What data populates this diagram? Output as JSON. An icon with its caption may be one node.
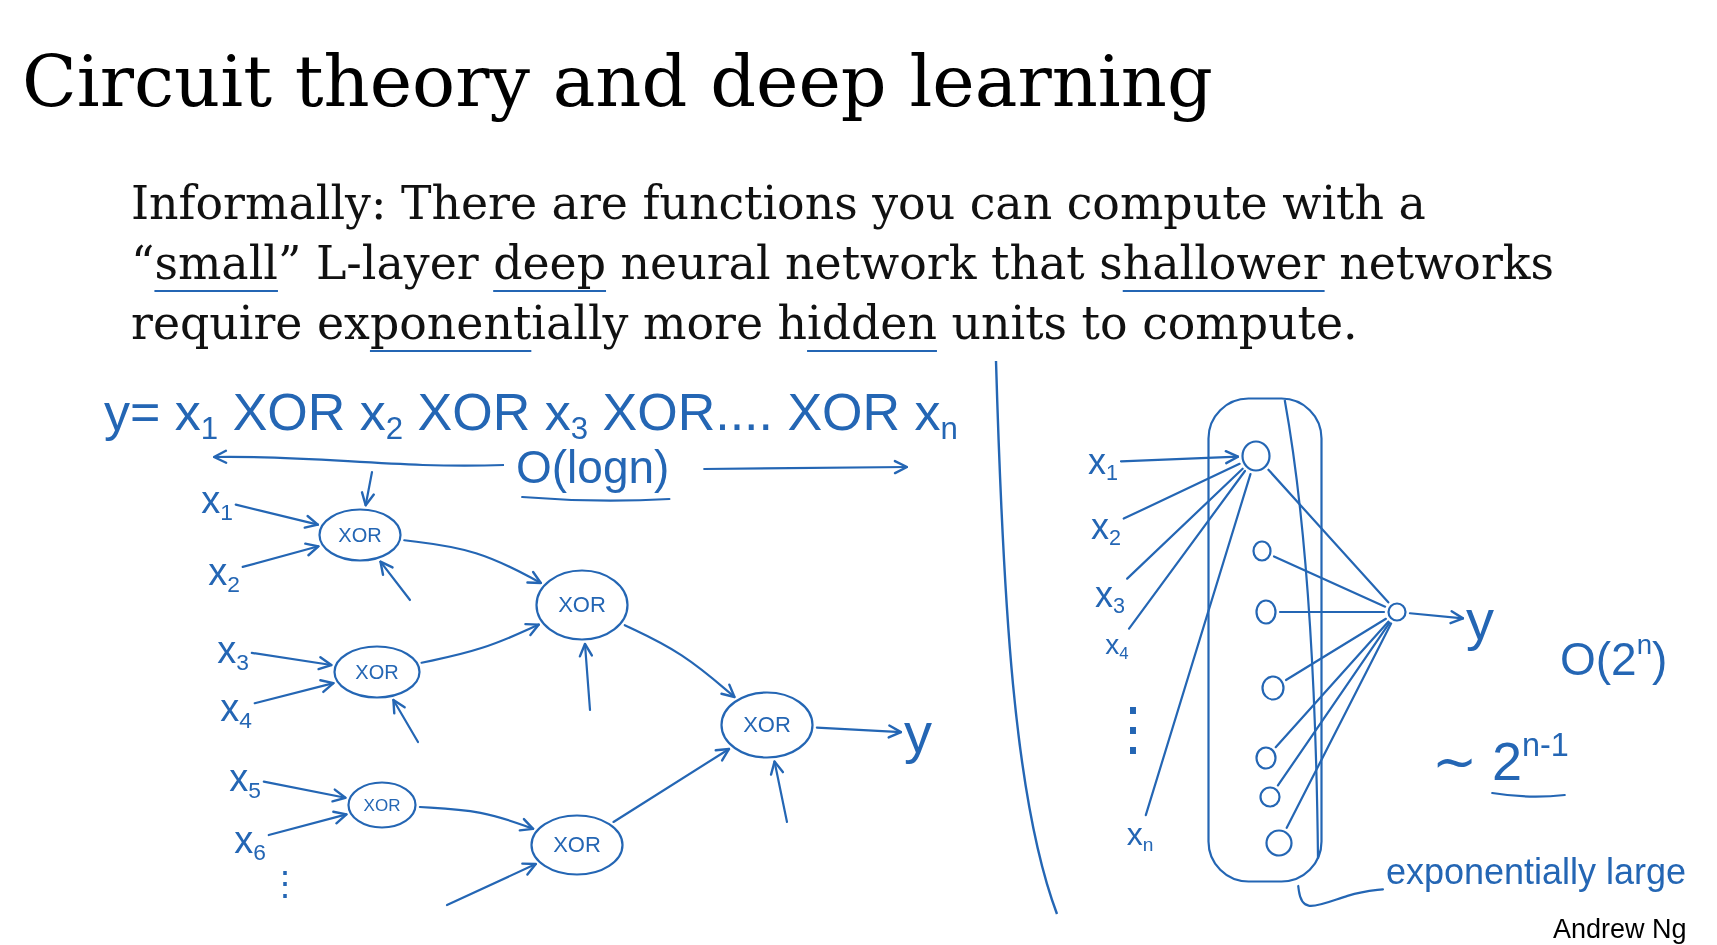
{
  "diagram": {
    "title": "Circuit theory and deep learning",
    "nodes": [
      {
        "text": [
          "x$_{1}$"
        ]
      },
      {
        "text": [
          "x$_{2}$"
        ]
      },
      {
        "text": [
          "x$_{3}$"
        ]
      },
      {
        "text": [
          "x$_{4}$"
        ]
      },
      {
        "text": [
          "x$_{5}$"
        ]
      },
      {
        "text": [
          "x$_{6}$"
        ]
      },
      {
        "text": [
          "XOR"
        ]
      },
      {
        "text": [
          "XOR"
        ]
      },
      {
        "text": [
          "XOR"
        ]
      },
      {
        "text": [
          "XOR"
        ]
      },
      {
        "text": [
          "XOR"
        ]
      },
      {
        "text": [
          "XOR"
        ]
      },
      {
        "text": [
          "y"
        ]
      },
      {
        "text": [
          "x$_{1}$"
        ]
      },
      {
        "text": [
          "x$_{2}$"
        ]
      },
      {
        "text": [
          "x$_{3}$"
        ]
      },
      {
        "text": [
          "x$_{4}$"
        ]
      },
      {
        "text": [
          "x$_{n}$"
        ]
      },
      {
        "text": [],
        "shape": "box"
      },
      {
        "text": [],
        "shape": "circle",
        "in": 18
      },
      {
        "text": [],
        "shape": "circle",
        "in": 18
      },
      {
        "text": [],
        "shape": "circle",
        "in": 18
      },
      {
        "text": [],
        "shape": "circle",
        "in": 18
      },
      {
        "text": [],
        "shape": "circle",
        "in": 18
      },
      {
        "text": [],
        "shape": "circle",
        "in": 18
      },
      {
        "text": [],
        "shape": "circle",
        "in": 18
      },
      {
        "text": [],
        "shape": "circle"
      },
      {
        "text": [
          "y"
        ]
      },
      {
        "text": [
          "exponentially large"
        ]
      }
    ],
    "edges": [
      {
        "from": 0,
        "to": 6,
        "arrow": "to"
      },
      {
        "from": 1,
        "to": 6,
        "arrow": "to"
      },
      {
        "from": 2,
        "to": 7,
        "arrow": "to"
      },
      {
        "from": 3,
        "to": 7,
        "arrow": "to"
      },
      {
        "from": 4,
        "to": 8,
        "arrow": "to"
      },
      {
        "from": 5,
        "to": 8,
        "arrow": "to"
      },
      {
        "from": 6,
        "to": 9,
        "arrow": "to"
      },
      {
        "from": 7,
        "to": 9,
        "arrow": "to"
      },
      {
        "from": 8,
        "to": 10,
        "arrow": "to"
      },
      {
        "from": null,
        "to": 10,
        "arrow": "to"
      },
      {
        "from": 9,
        "to": 11,
        "arrow": "to"
      },
      {
        "from": 10,
        "to": 11,
        "arrow": "to"
      },
      {
        "from": 11,
        "to": 12,
        "arrow": "to"
      },
      {
        "from": null,
        "to": 6,
        "arrow": "to"
      },
      {
        "from": null,
        "to": 6,
        "arrow": "to"
      },
      {
        "from": null,
        "to": 7,
        "arrow": "to"
      },
      {
        "from": null,
        "to": 9,
        "arrow": "to"
      },
      {
        "from": null,
        "to": 11,
        "arrow": "to"
      },
      {
        "from": 13,
        "to": 19,
        "arrow": "to"
      },
      {
        "from": 14,
        "to": 19,
        "arrow": "none"
      },
      {
        "from": 15,
        "to": 19,
        "arrow": "none"
      },
      {
        "from": 16,
        "to": 19,
        "arrow": "none"
      },
      {
        "from": 17,
        "to": 19,
        "arrow": "none"
      },
      {
        "from": 19,
        "to": 26,
        "arrow": "none"
      },
      {
        "from": 20,
        "to": 26,
        "arrow": "none"
      },
      {
        "from": 21,
        "to": 26,
        "arrow": "none"
      },
      {
        "from": 22,
        "to": 26,
        "arrow": "none"
      },
      {
        "from": 23,
        "to": 26,
        "arrow": "none"
      },
      {
        "from": 24,
        "to": 26,
        "arrow": "none"
      },
      {
        "from": 25,
        "to": 26,
        "arrow": "none"
      },
      {
        "from": 26,
        "to": 27,
        "arrow": "to"
      },
      {
        "from": 28,
        "to": 18,
        "arrow": "none"
      }
    ],
    "labels": [
      "Informally: There are functions you can compute with a “small” L-layer deep neural network that shallower networks require exponentially more hidden units to compute.",
      "y= x$_{1}$ XOR x$_{2}$ XOR x$_{3}$ XOR.... XOR x$_{n}$",
      "O(logn)",
      "⋮",
      "⋮",
      "O(2$^{n}$)",
      "∼ 2$^{n-1}$",
      "Andrew Ng"
    ]
  }
}
